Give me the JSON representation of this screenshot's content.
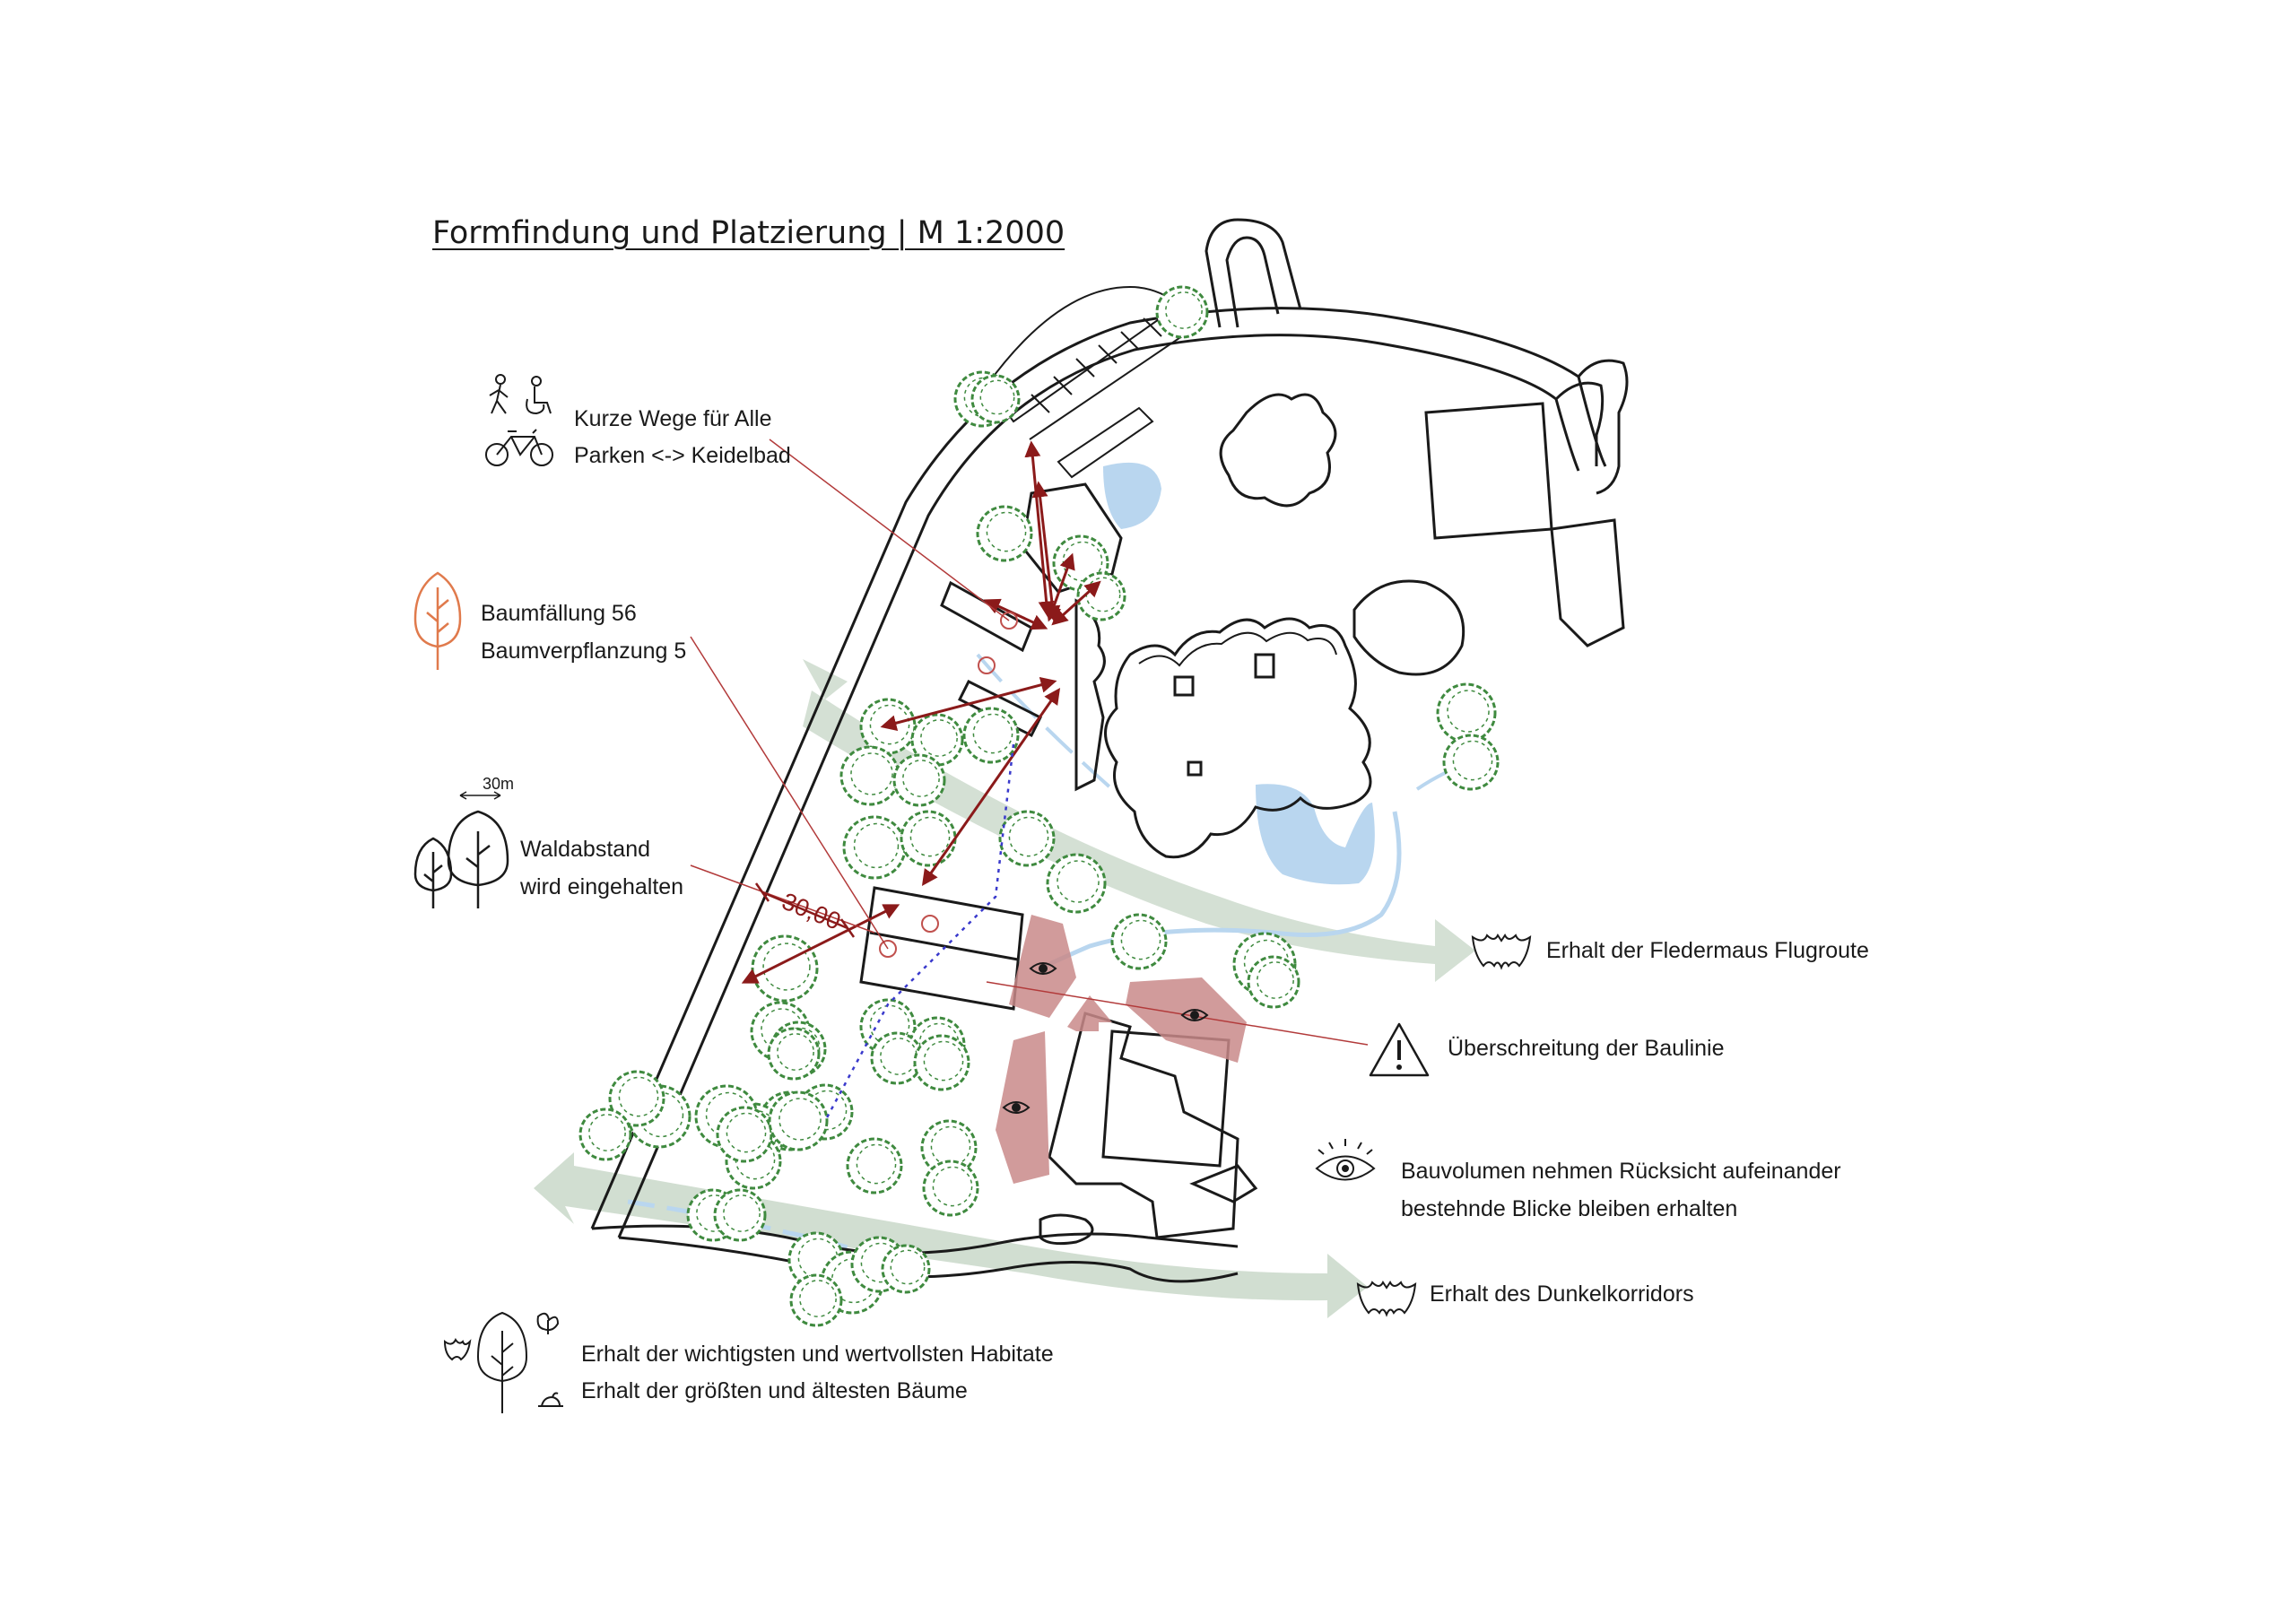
{
  "title": "Formfindung und Platzierung | M 1:2000",
  "legend": {
    "wege_line1": "Kurze Wege für Alle",
    "wege_line2": "Parken <-> Keidelbad",
    "baum_line1": "Baumfällung 56",
    "baum_line2": "Baumverpflanzung 5",
    "wald_scale": "30m",
    "wald_line1": "Waldabstand",
    "wald_line2": "wird eingehalten",
    "fledermaus": "Erhalt der Fledermaus Flugroute",
    "baulinie": "Überschreitung der Baulinie",
    "bauvolumen_line1": "Bauvolumen nehmen Rücksicht aufeinander",
    "bauvolumen_line2": "bestehnde Blicke bleiben erhalten",
    "dunkel": "Erhalt des Dunkelkorridors",
    "habitat_line1": "Erhalt der wichtigsten und wertvollsten Habitate",
    "habitat_line2": "Erhalt der größten und ältesten Bäume"
  },
  "map": {
    "distance_label": "30,00"
  },
  "colors": {
    "ink": "#1a1a1a",
    "tree": "#3f8a3f",
    "arrow": "#8b1a1a",
    "leader": "#b23a3a",
    "corridor": "#c9d8c9",
    "water": "#b9d6ef",
    "view": "#c98a8a",
    "felled_tree": "#e07a4c"
  }
}
